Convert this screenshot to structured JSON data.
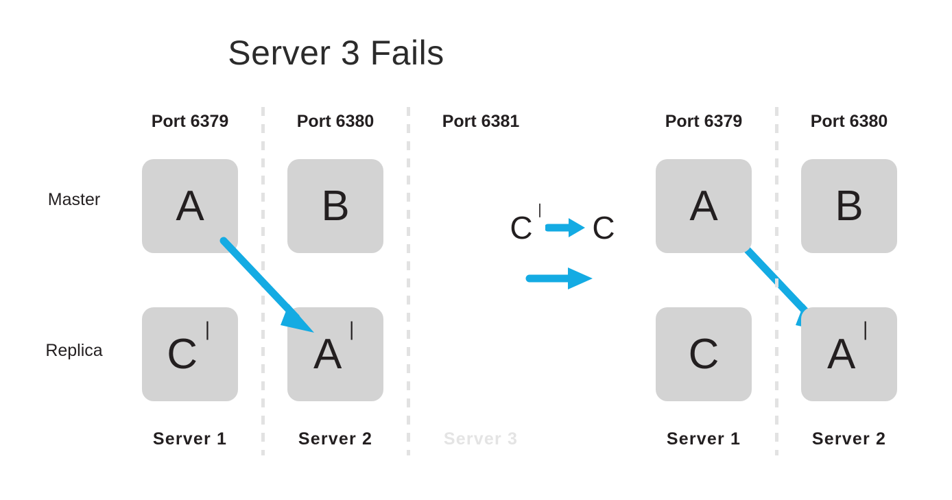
{
  "title": "Server 3 Fails",
  "accent_color": "#14abe3",
  "box_color": "#d3d3d3",
  "text_color": "#231f20",
  "faded_color": "#e4e4e4",
  "divider_color": "#e2e2e2",
  "rows": {
    "master_label": "Master",
    "replica_label": "Replica"
  },
  "left_cluster": {
    "columns": [
      {
        "port": "Port 6379",
        "server": "Server 1",
        "server_faded": false,
        "master": {
          "letter": "A",
          "prime": ""
        },
        "replica": {
          "letter": "C",
          "prime": "❘"
        }
      },
      {
        "port": "Port 6380",
        "server": "Server 2",
        "server_faded": false,
        "master": {
          "letter": "B",
          "prime": ""
        },
        "replica": {
          "letter": "A",
          "prime": "❘"
        }
      },
      {
        "port": "Port 6381",
        "server": "Server 3",
        "server_faded": true,
        "master": {
          "letter": "",
          "prime": ""
        },
        "replica": {
          "letter": "",
          "prime": ""
        }
      }
    ]
  },
  "right_cluster": {
    "columns": [
      {
        "port": "Port 6379",
        "server": "Server 1",
        "server_faded": false,
        "master": {
          "letter": "A",
          "prime": ""
        },
        "replica": {
          "letter": "C",
          "prime": ""
        }
      },
      {
        "port": "Port 6380",
        "server": "Server 2",
        "server_faded": false,
        "master": {
          "letter": "B",
          "prime": ""
        },
        "replica": {
          "letter": "A",
          "prime": "❘"
        }
      }
    ]
  },
  "center_annotation": {
    "from_letter": "C",
    "from_prime": "❘",
    "to_letter": "C",
    "arrow_icon": "right-arrow-icon",
    "second_arrow_icon": "right-arrow-icon"
  },
  "arrows": {
    "left_promotion": "A replicates to A prime on Server 2",
    "right_promotion": "A replicates to A prime on Server 2"
  }
}
